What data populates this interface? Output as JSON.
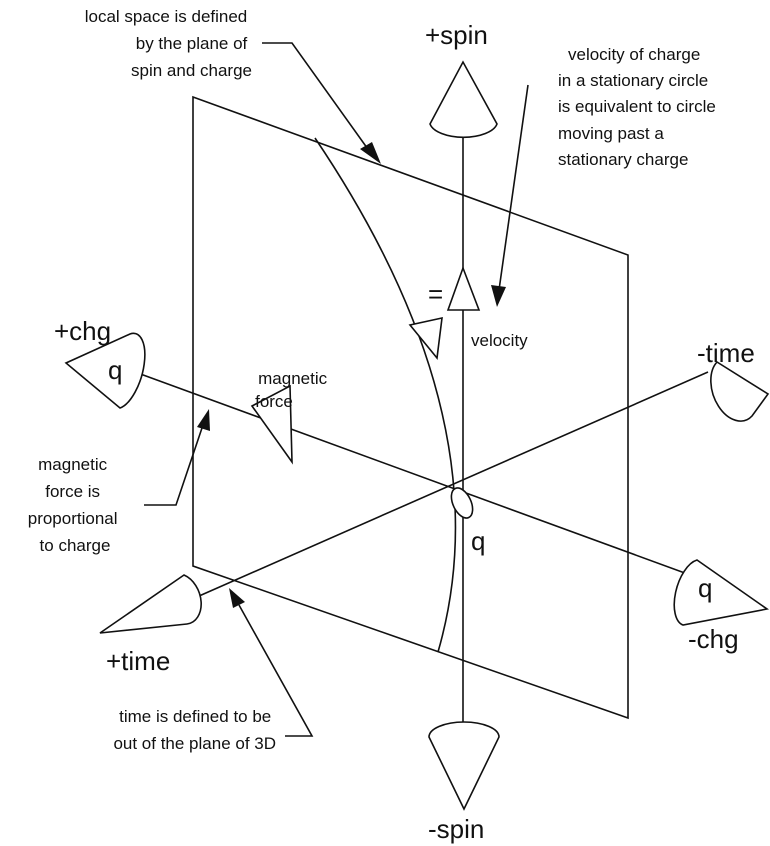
{
  "axes": {
    "plus_spin": "+spin",
    "minus_spin": "-spin",
    "plus_chg": "+chg",
    "minus_chg": "-chg",
    "plus_time": "+time",
    "minus_time": "-time"
  },
  "charges": {
    "q": "q"
  },
  "labels": {
    "equals": "=",
    "velocity": "velocity",
    "magnetic_force": [
      "magnetic",
      "force"
    ]
  },
  "annotations": {
    "local_space": [
      "local space is defined",
      "by the plane of",
      "spin and charge"
    ],
    "velocity_note": [
      "velocity of charge",
      "in a stationary circle",
      "is equivalent to circle",
      "moving past a",
      "stationary charge"
    ],
    "force_note": [
      "magnetic",
      "force is",
      "proportional",
      "to charge"
    ],
    "time_note": [
      "time is defined to be",
      "out of the plane of 3D"
    ]
  }
}
